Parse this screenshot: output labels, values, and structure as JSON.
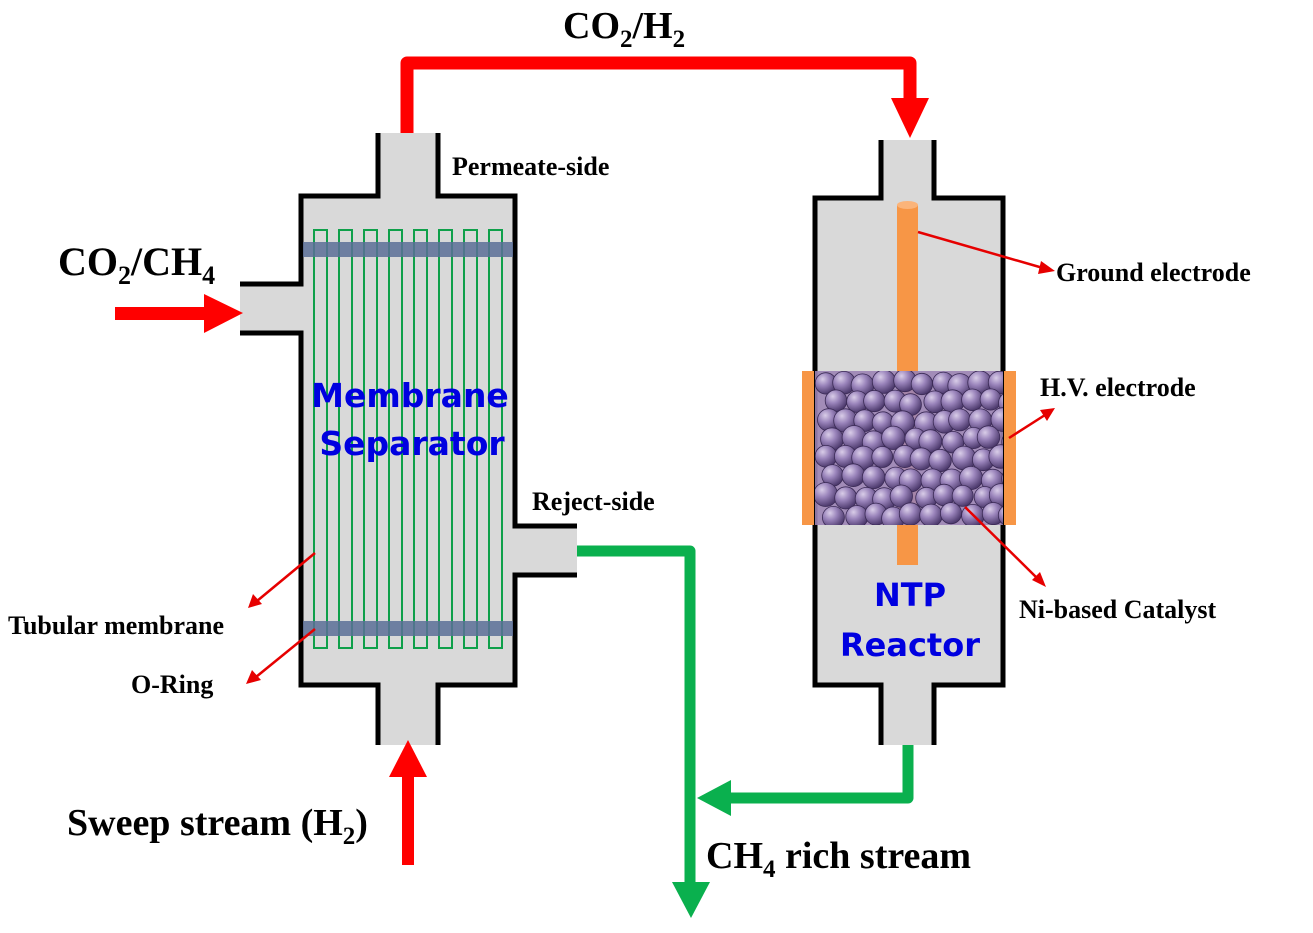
{
  "colors": {
    "vessel_fill": "#d9d9d9",
    "vessel_outline": "#000000",
    "membrane_tube": "#0fa04a",
    "o_ring": "#5a6f96",
    "feed_flow": "#ff0000",
    "product_flow": "#0ab04e",
    "electrode": "#f79646",
    "catalyst_bed": "#9b83b4",
    "catalyst_sphere": "#8f78b0",
    "component_title": "#0000e0",
    "pointer_arrow": "#e60000"
  },
  "streams": {
    "feed": {
      "main": "CO",
      "sub1": "2",
      "mid": "/CH",
      "sub2": "4"
    },
    "permeate": {
      "main": "CO",
      "sub1": "2",
      "mid": "/H",
      "sub2": "2"
    },
    "sweep": {
      "main": "Sweep stream (H",
      "sub": "2",
      "end": ")"
    },
    "product": {
      "main": "CH",
      "sub": "4",
      "end": " rich stream"
    }
  },
  "membrane_separator": {
    "title_line1": "Membrane",
    "title_line2": "Separator",
    "permeate_label": "Permeate-side",
    "reject_label": "Reject-side",
    "tube_label": "Tubular membrane",
    "oring_label": "O-Ring",
    "tube_count": 8
  },
  "reactor": {
    "title_line1": "NTP",
    "title_line2": "Reactor",
    "ground_label": "Ground electrode",
    "hv_label": "H.V. electrode",
    "catalyst_label": "Ni-based Catalyst"
  }
}
